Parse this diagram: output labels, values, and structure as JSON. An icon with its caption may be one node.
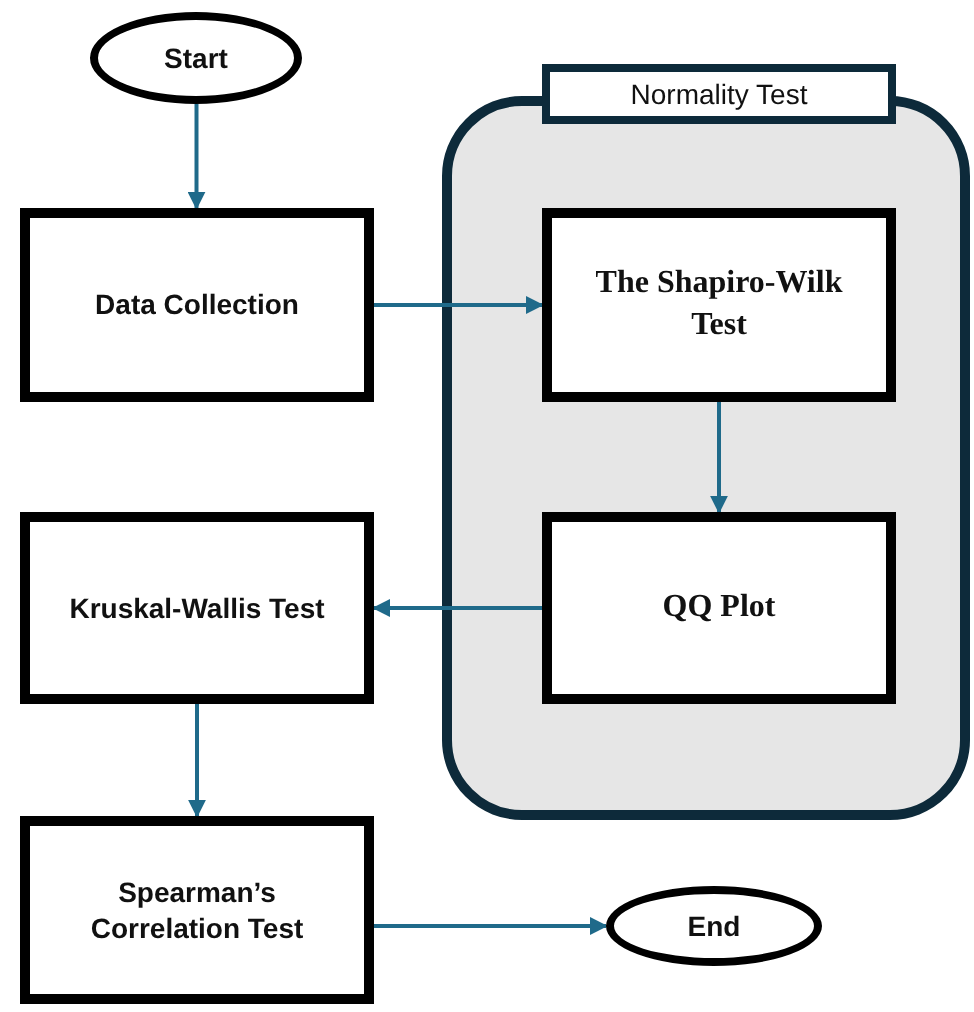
{
  "diagram": {
    "nodes": [
      {
        "text": [
          "Start"
        ]
      },
      {
        "text": [
          "Normality Test"
        ]
      },
      {
        "text": [
          "Data Collection"
        ]
      },
      {
        "text": [
          "The Shapiro-Wilk Test"
        ],
        "in": 1
      },
      {
        "text": [
          "QQ Plot"
        ],
        "in": 1
      },
      {
        "text": [
          "Kruskal-Wallis Test"
        ]
      },
      {
        "text": [
          "Spearman’s Correlation Test"
        ]
      },
      {
        "text": [
          "End"
        ]
      }
    ],
    "edges": [
      {
        "from": 0,
        "to": 2,
        "arrow": "to"
      },
      {
        "from": 2,
        "to": 3,
        "arrow": "to"
      },
      {
        "from": 3,
        "to": 4,
        "arrow": "to"
      },
      {
        "from": 4,
        "to": 5,
        "arrow": "to"
      },
      {
        "from": 5,
        "to": 6,
        "arrow": "to"
      },
      {
        "from": 6,
        "to": 7,
        "arrow": "to"
      }
    ]
  }
}
